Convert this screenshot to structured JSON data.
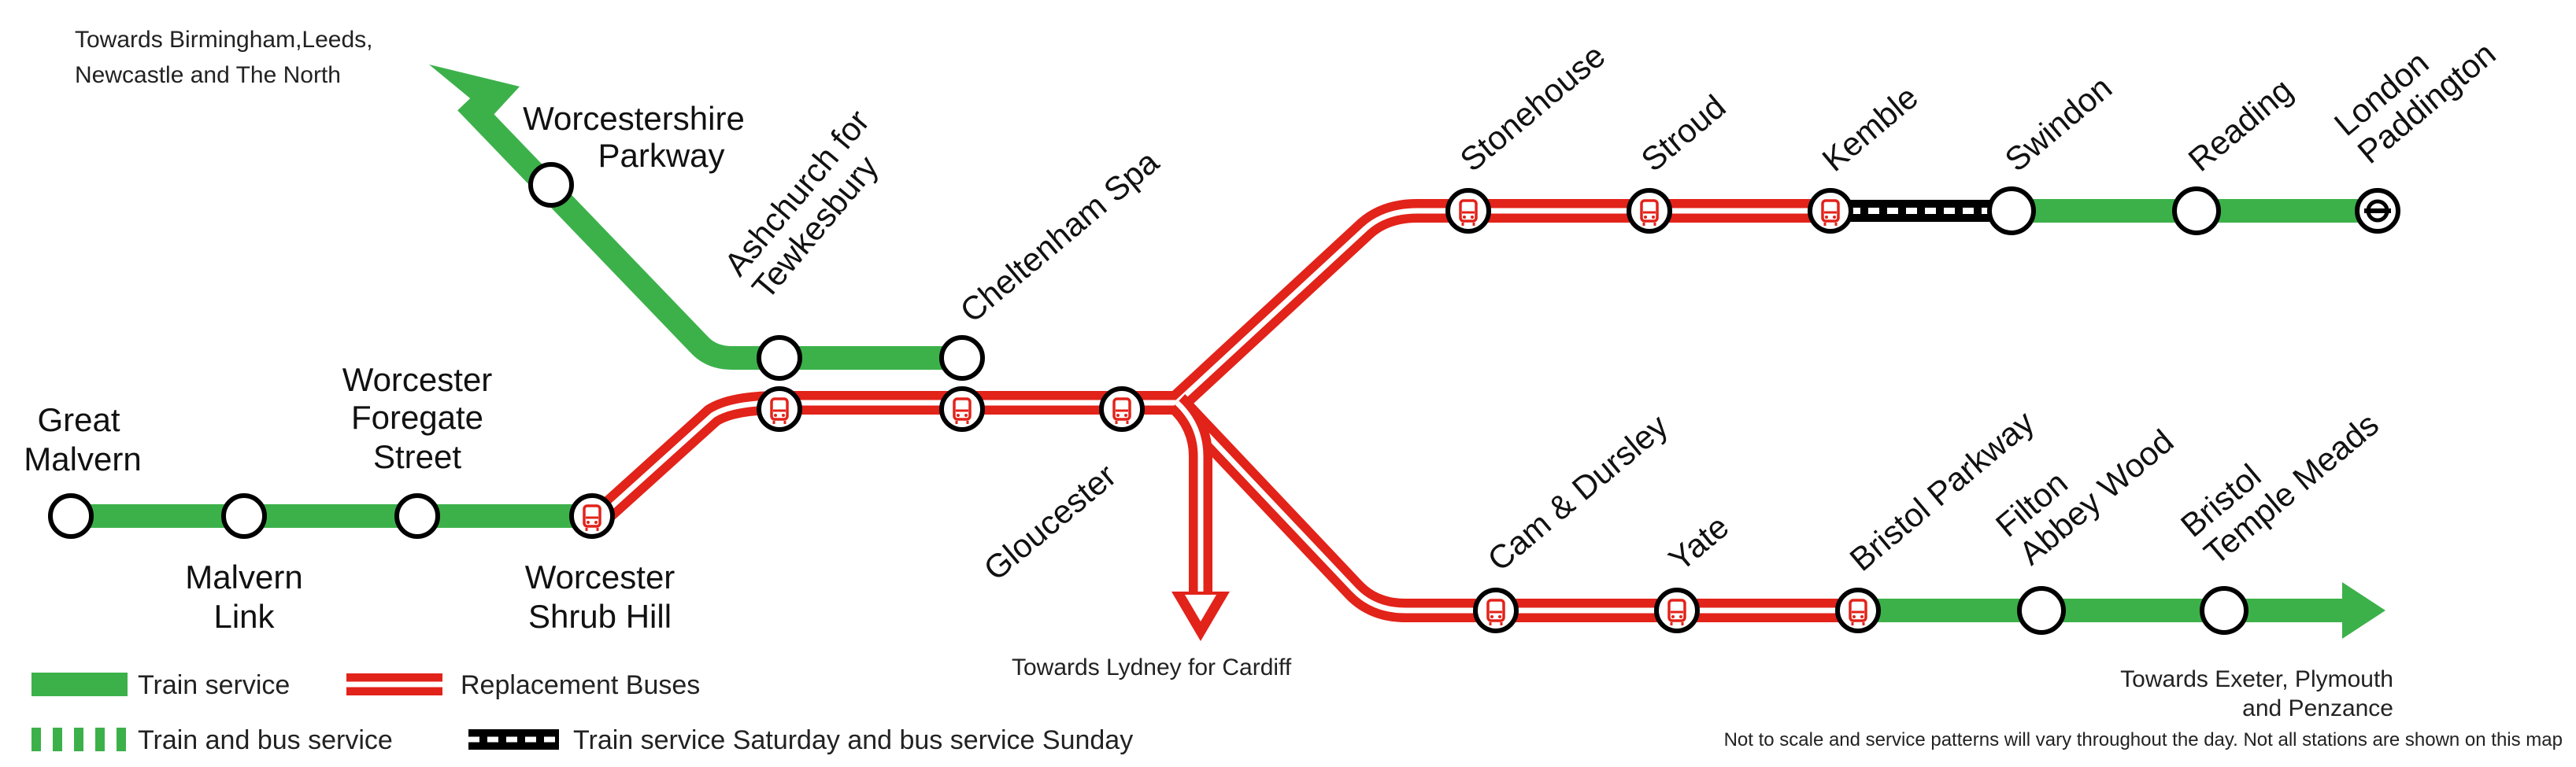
{
  "colors": {
    "train": "#3cb14a",
    "bus": "#e2231a",
    "black": "#000000"
  },
  "directions": {
    "north": {
      "line1": "Towards Birmingham,Leeds,",
      "line2": "Newcastle and The North"
    },
    "lydney": "Towards Lydney for Cardiff",
    "exeter": {
      "line1": "Towards Exeter, Plymouth",
      "line2": "and Penzance"
    }
  },
  "stations": {
    "great_malvern": {
      "line1": "Great",
      "line2": "Malvern"
    },
    "malvern_link": {
      "line1": "Malvern",
      "line2": "Link"
    },
    "worcester_foregate": {
      "line1": "Worcester",
      "line2": "Foregate",
      "line3": "Street"
    },
    "worcester_shrub_hill": {
      "line1": "Worcester",
      "line2": "Shrub Hill"
    },
    "worcestershire_parkway": {
      "line1": "Worcestershire",
      "line2": "Parkway"
    },
    "ashchurch": {
      "line1": "Ashchurch for",
      "line2": "Tewkesbury"
    },
    "cheltenham": {
      "line1": "Cheltenham Spa"
    },
    "gloucester": {
      "line1": "Gloucester"
    },
    "stonehouse": {
      "line1": "Stonehouse"
    },
    "stroud": {
      "line1": "Stroud"
    },
    "kemble": {
      "line1": "Kemble"
    },
    "swindon": {
      "line1": "Swindon"
    },
    "reading": {
      "line1": "Reading"
    },
    "london_paddington": {
      "line1": "London",
      "line2": "Paddington"
    },
    "cam_dursley": {
      "line1": "Cam & Dursley"
    },
    "yate": {
      "line1": "Yate"
    },
    "bristol_parkway": {
      "line1": "Bristol Parkway"
    },
    "filton": {
      "line1": "Filton",
      "line2": "Abbey Wood"
    },
    "bristol_tm": {
      "line1": "Bristol",
      "line2": "Temple Meads"
    }
  },
  "legend": {
    "train_service": "Train service",
    "replacement_buses": "Replacement Buses",
    "train_and_bus": "Train and bus service",
    "sat_sun": "Train service Saturday and bus service Sunday"
  },
  "footnote": "Not to scale and service patterns will vary throughout the day. Not all stations are shown on this map",
  "icons": {
    "bus_stop": "bus-icon",
    "interchange": "london-underground-icon",
    "arrow": "arrow-icon"
  }
}
